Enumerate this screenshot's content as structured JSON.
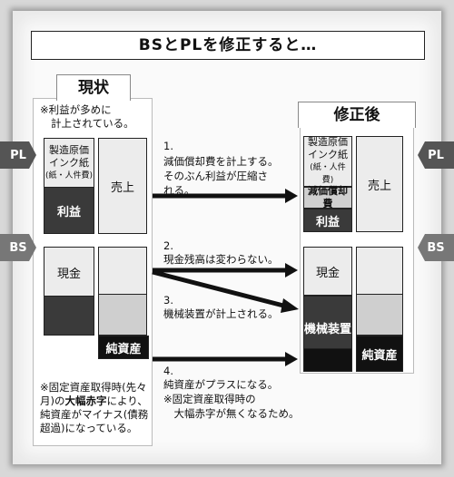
{
  "title": "BSとPLを修正すると…",
  "left": {
    "heading": "現状",
    "note_top": [
      "※利益が多めに",
      "計上されている。"
    ],
    "pl": {
      "cost_lines": [
        "製造原価",
        "インク紙",
        "(紙・人件費)"
      ],
      "profit": "利益",
      "sales": "売上"
    },
    "bs": {
      "cash": "現金",
      "net_assets": "純資産"
    },
    "note_bottom": [
      "※固定資産取得時(先々",
      "月)の大幅赤字により、",
      "純資産がマイナス(債務",
      "超過)になっている。"
    ],
    "note_bottom_bold": "大幅赤字"
  },
  "right": {
    "heading": "修正後",
    "pl": {
      "cost_lines": [
        "製造原価",
        "インク紙",
        "(紙・人件費)"
      ],
      "depreciation": "減価償却費",
      "profit": "利益",
      "sales": "売上"
    },
    "bs": {
      "cash": "現金",
      "equipment": "機械装置",
      "net_assets": "純資産"
    }
  },
  "tags": {
    "pl": "PL",
    "bs": "BS"
  },
  "steps": [
    {
      "num": "1.",
      "lines": [
        "減価償却費を計上する。",
        "そのぶん利益が圧縮さ",
        "れる。"
      ]
    },
    {
      "num": "2.",
      "lines": [
        "現金残高は変わらない。"
      ]
    },
    {
      "num": "3.",
      "lines": [
        "機械装置が計上される。"
      ]
    },
    {
      "num": "4.",
      "lines": [
        "純資産がプラスになる。",
        "※固定資産取得時の",
        "　大幅赤字が無くなるため。"
      ]
    }
  ]
}
